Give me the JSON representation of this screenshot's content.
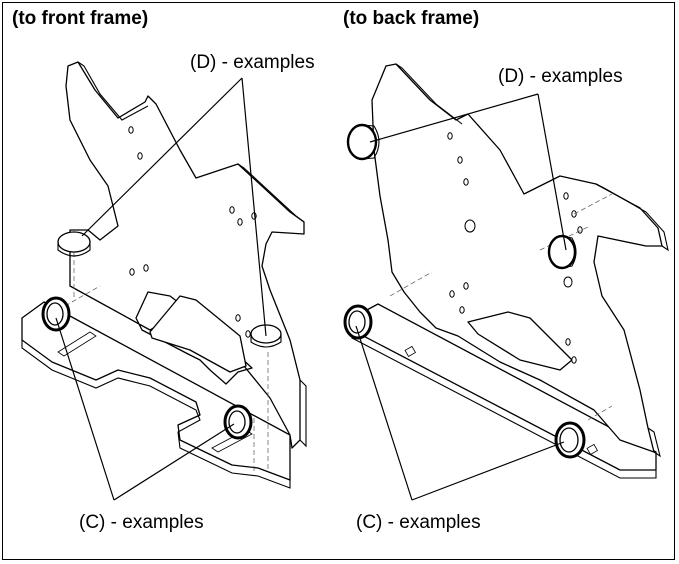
{
  "panels": {
    "left": {
      "heading": "(to front frame)",
      "callout_d": "(D) - examples",
      "callout_c": "(C) - examples"
    },
    "right": {
      "heading": "(to back frame)",
      "callout_d": "(D) - examples",
      "callout_c": "(C) - examples"
    }
  },
  "colors": {
    "line": "#000000",
    "background": "#ffffff"
  },
  "icons": [
    "bracket-drawing",
    "grommet-c",
    "bumper-d"
  ]
}
